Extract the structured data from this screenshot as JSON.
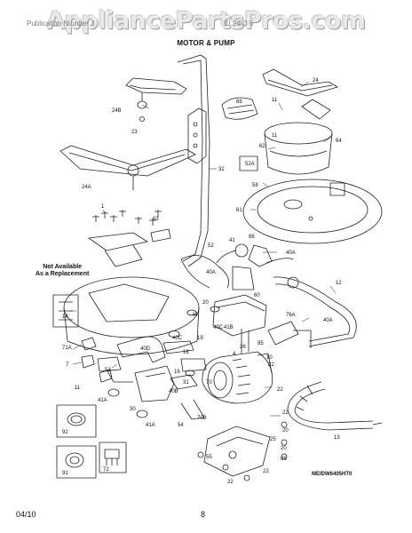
{
  "header": {
    "watermark": "AppliancePartsPros.com",
    "left": "Publication Number 3",
    "right": "EI 24ID 5"
  },
  "section_title": "MOTOR & PUMP",
  "note": {
    "line1": "Not Available",
    "line2": "As a Replacement"
  },
  "diagram_code": "MEIDW6405HT0",
  "footer": {
    "date": "04/10",
    "page": "8"
  },
  "callouts": {
    "c24": "24",
    "c24B": "24B",
    "c23": "23",
    "c11a": "11",
    "c11b": "11",
    "c66": "66",
    "c64": "64",
    "c62": "62",
    "c52A": "52A",
    "c32": "32",
    "c24A": "24A",
    "c58": "58",
    "c61": "61",
    "c1": "1",
    "c63": "63",
    "c41a": "41",
    "c86": "86",
    "c40Aa": "40A",
    "c40Ab": "40A",
    "c52": "52",
    "c12": "12",
    "c14": "14",
    "c60": "60",
    "c20a": "20",
    "c44": "44",
    "c76A": "76A",
    "c40A3": "40A",
    "c71A": "71A",
    "c40C": "40C",
    "c19": "19",
    "c40D": "40D",
    "c7": "7",
    "c18": "18",
    "c11c": "11",
    "c16": "16",
    "c53": "53",
    "c31": "31",
    "c41Aa": "41A",
    "c30": "30",
    "c40B": "40B",
    "c70": "70",
    "c22a": "22",
    "c22b": "22",
    "c22c": "22",
    "c41Ab": "41A",
    "c54": "54",
    "c70B": "70B",
    "c13": "13",
    "c92": "92",
    "c91": "91",
    "c72": "72",
    "c55": "55",
    "c20b": "20",
    "c20c": "20",
    "c22d": "22",
    "c22e": "22",
    "c26": "26",
    "c4": "4",
    "c85": "85",
    "c41B": "41B",
    "c10": "10",
    "c85b": "85",
    "c25": "25",
    "c40C2": "40C"
  }
}
